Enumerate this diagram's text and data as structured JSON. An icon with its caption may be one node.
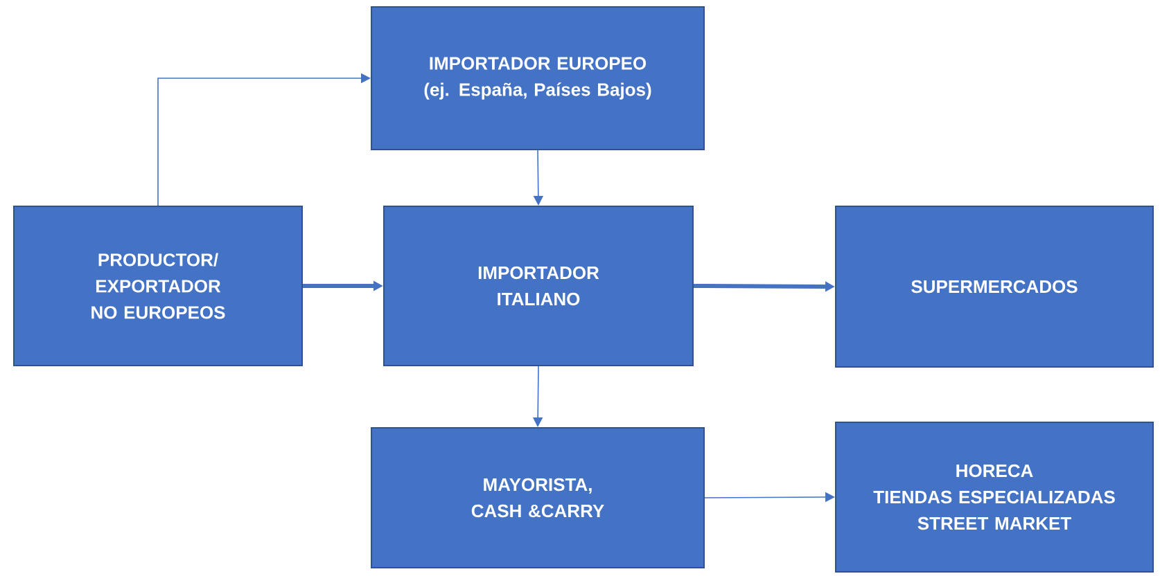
{
  "diagram": {
    "nodes": [
      {
        "text": [
          "PRODUCTOR/ EXPORTADOR NO EUROPEOS"
        ]
      },
      {
        "text": [
          "IMPORTADOR EUROPEO",
          "(ej. España, Países Bajos)"
        ]
      },
      {
        "text": [
          "IMPORTADOR ITALIANO"
        ]
      },
      {
        "text": [
          "SUPERMERCADOS"
        ]
      },
      {
        "text": [
          "MAYORISTA, CASH &CARRY"
        ]
      },
      {
        "text": [
          "HORECA",
          "TIENDAS ESPECIALIZADAS",
          "STREET MARKET"
        ]
      }
    ],
    "edges": [
      {
        "from": 0,
        "to": 1,
        "arrow": "to"
      },
      {
        "from": 1,
        "to": 2,
        "arrow": "to"
      },
      {
        "from": 0,
        "to": 2,
        "arrow": "to",
        "style": "thick"
      },
      {
        "from": 2,
        "to": 3,
        "arrow": "to",
        "style": "thick"
      },
      {
        "from": 2,
        "to": 4,
        "arrow": "to"
      },
      {
        "from": 4,
        "to": 5,
        "arrow": "to"
      }
    ]
  }
}
